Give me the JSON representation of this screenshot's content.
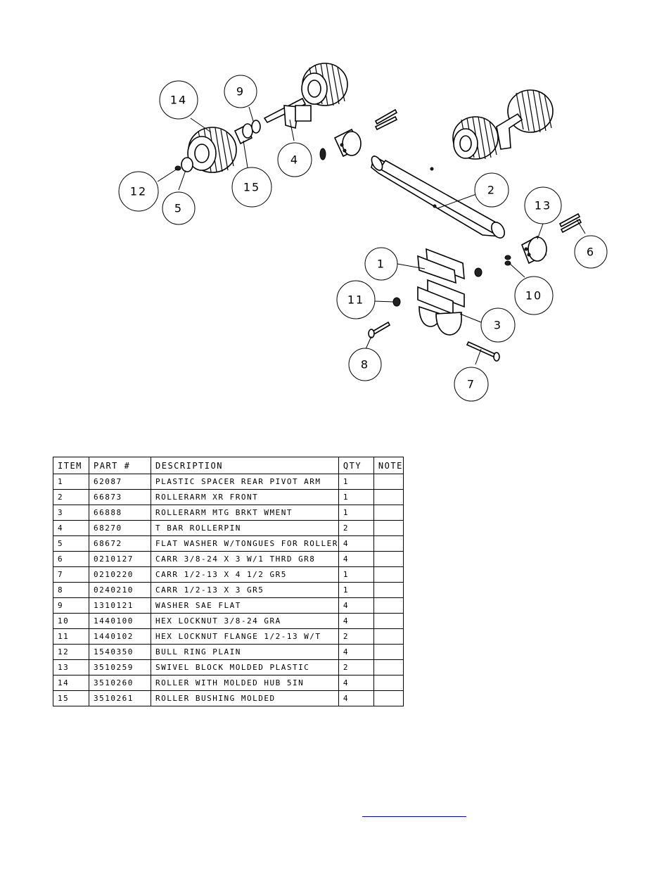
{
  "callouts": [
    "14",
    "9",
    "4",
    "12",
    "5",
    "15",
    "2",
    "13",
    "6",
    "1",
    "10",
    "11",
    "3",
    "8",
    "7"
  ],
  "table": {
    "headers": [
      "ITEM",
      "PART #",
      "DESCRIPTION",
      "QTY",
      "NOTE"
    ],
    "rows": [
      [
        "1",
        "62087",
        "PLASTIC SPACER REAR PIVOT ARM",
        "1",
        ""
      ],
      [
        "2",
        "66873",
        "ROLLERARM XR FRONT",
        "1",
        ""
      ],
      [
        "3",
        "66888",
        "ROLLERARM MTG BRKT WMENT",
        "1",
        ""
      ],
      [
        "4",
        "68270",
        "T BAR ROLLERPIN",
        "2",
        ""
      ],
      [
        "5",
        "68672",
        "FLAT WASHER W/TONGUES FOR ROLLER",
        "4",
        ""
      ],
      [
        "6",
        "0210127",
        "CARR 3/8-24 X 3 W/1 THRD GR8",
        "4",
        ""
      ],
      [
        "7",
        "0210220",
        "CARR 1/2-13 X 4 1/2 GR5",
        "1",
        ""
      ],
      [
        "8",
        "0240210",
        "CARR 1/2-13 X 3 GR5",
        "1",
        ""
      ],
      [
        "9",
        "1310121",
        "WASHER SAE FLAT",
        "4",
        ""
      ],
      [
        "10",
        "1440100",
        "HEX LOCKNUT 3/8-24 GRA",
        "4",
        ""
      ],
      [
        "11",
        "1440102",
        "HEX LOCKNUT FLANGE 1/2-13 W/T",
        "2",
        ""
      ],
      [
        "12",
        "1540350",
        "BULL RING PLAIN",
        "4",
        ""
      ],
      [
        "13",
        "3510259",
        "SWIVEL BLOCK MOLDED PLASTIC",
        "2",
        ""
      ],
      [
        "14",
        "3510260",
        "ROLLER WITH MOLDED HUB  5IN",
        "4",
        ""
      ],
      [
        "15",
        "3510261",
        "ROLLER BUSHING MOLDED",
        "4",
        ""
      ]
    ]
  },
  "colors": {
    "line": "#000000",
    "link": "#0000ee"
  }
}
